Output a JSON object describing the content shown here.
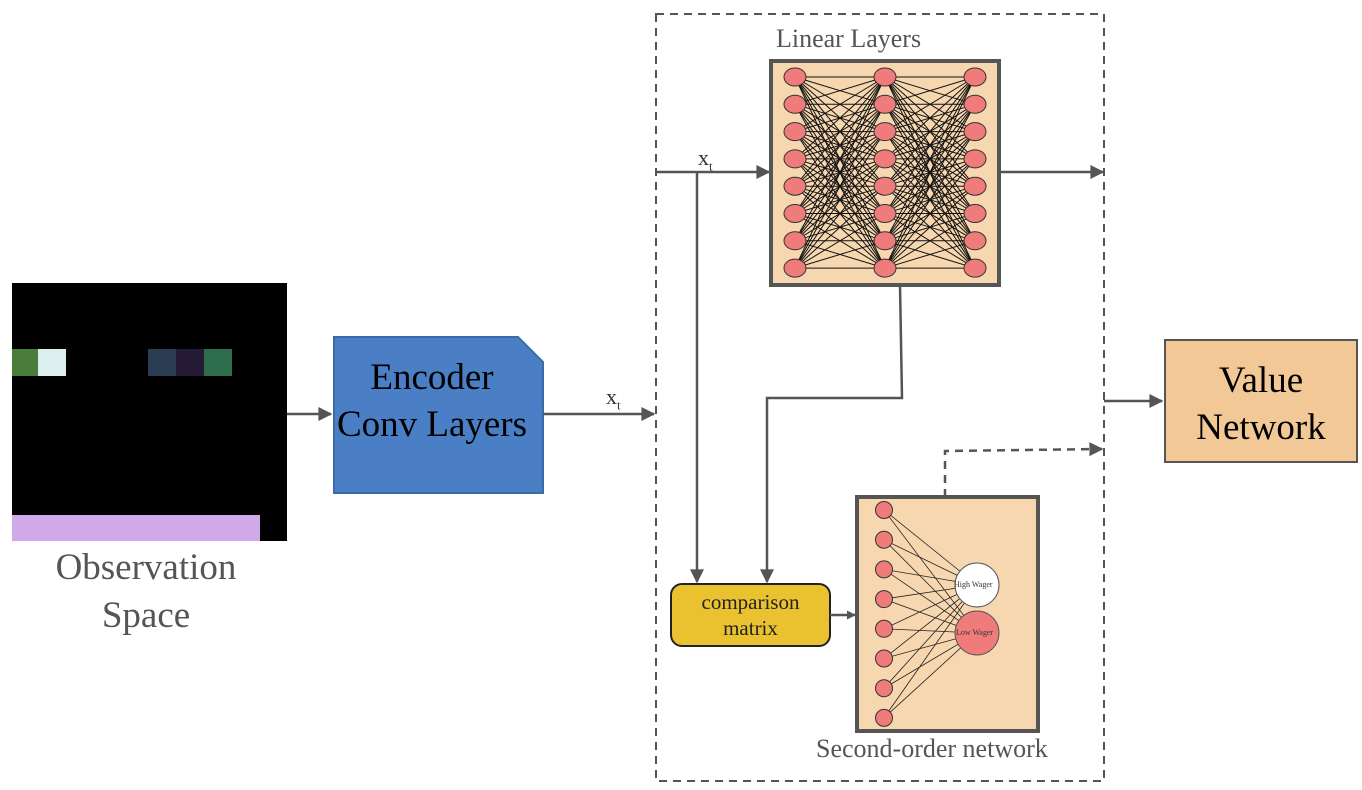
{
  "observation": {
    "label": "Observation Space"
  },
  "encoder": {
    "label": "Encoder Conv Layers"
  },
  "x_t": {
    "base": "x",
    "sub": "t"
  },
  "linear_layers": {
    "label": "Linear Layers"
  },
  "comparison": {
    "label": "comparison matrix"
  },
  "second_order": {
    "label": "Second-order network",
    "high_wager": "High Wager",
    "low_wager": "Low Wager"
  },
  "value_network": {
    "label": "Value Network"
  },
  "colors": {
    "encoder_fill": "#4a7fc5",
    "encoder_stroke": "#3a6aa8",
    "layer_panel": "#f7d7b0",
    "node_fill": "#ef7b7b",
    "comparison_fill": "#eac12e",
    "value_fill": "#f2c896",
    "obs_bar": "#cfa9e8",
    "edge": "#555555"
  }
}
